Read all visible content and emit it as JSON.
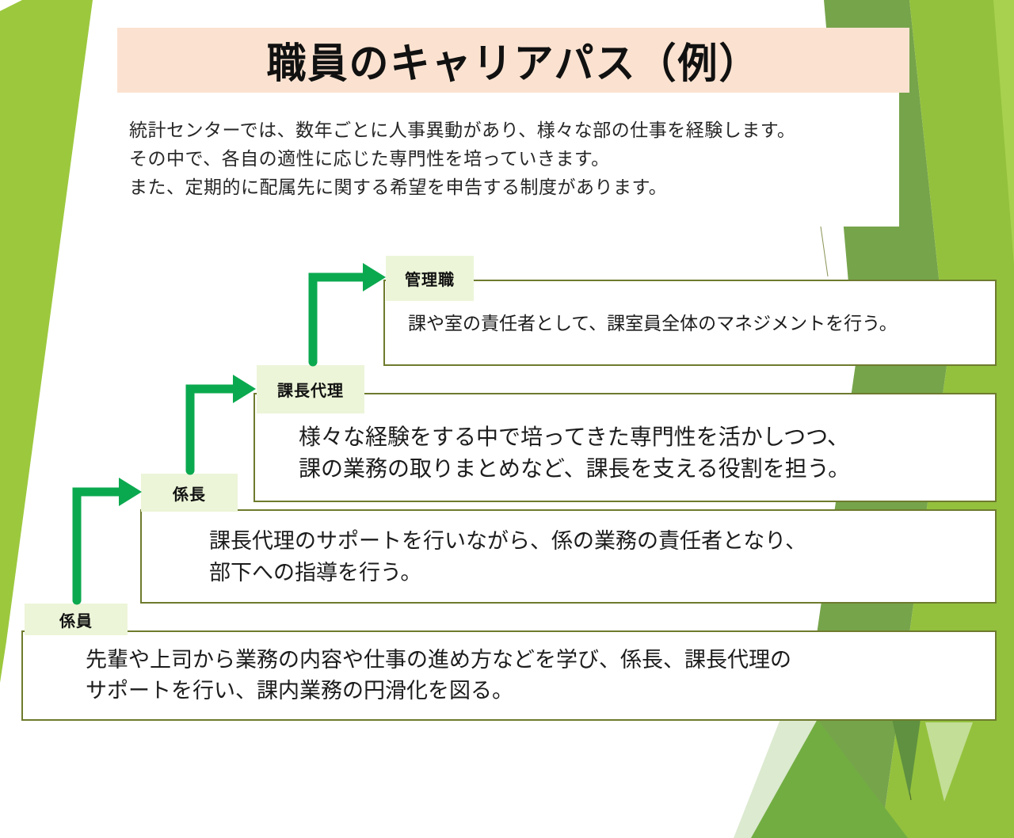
{
  "slide": {
    "title": "職員のキャリアパス（例）",
    "intro": {
      "lines": [
        "統計センターでは、数年ごとに人事異動があり、様々な部の仕事を経験します。",
        "その中で、各自の適性に応じた専門性を培っていきます。",
        "また、定期的に配属先に関する希望を申告する制度があります。"
      ]
    },
    "levels": [
      {
        "id": "kanrishoku",
        "label": "管理職",
        "description_lines": [
          "課や室の責任者として、課室員全体のマネジメントを行う。"
        ]
      },
      {
        "id": "kachodairi",
        "label": "課長代理",
        "description_lines": [
          "様々な経験をする中で培ってきた専門性を活かしつつ、",
          "課の業務の取りまとめなど、課長を支える役割を担う。"
        ]
      },
      {
        "id": "kakaricho",
        "label": "係長",
        "description_lines": [
          "課長代理のサポートを行いながら、係の業務の責任者となり、",
          "部下への指導を行う。"
        ]
      },
      {
        "id": "kakariin",
        "label": "係員",
        "description_lines": [
          "先輩や上司から業務の内容や仕事の進め方などを学び、係長、課長代理の",
          "サポートを行い、課内業務の円滑化を図る。"
        ]
      }
    ],
    "colors": {
      "banner_bg": "#fbe2d0",
      "arrow_green": "#0ba94f",
      "label_bg": "#ecf5d8",
      "box_border": "#6e7b2e",
      "decor_lime_left": "#9cc83e",
      "decor_olive": "#76a44b",
      "decor_lime_right": "#93c13d",
      "decor_light_strip": "#a7d14e",
      "decor_medium_green": "#72ad42",
      "decor_pale_green": "#dcead0"
    }
  }
}
